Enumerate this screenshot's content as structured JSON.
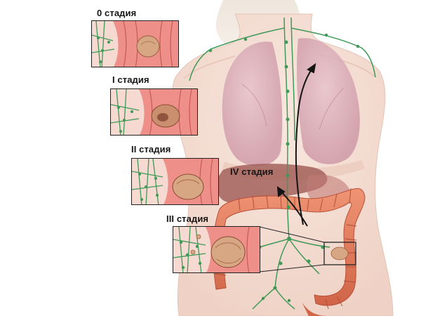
{
  "stages": [
    {
      "id": "stage-0",
      "label": "0 стадия"
    },
    {
      "id": "stage-1",
      "label": "I стадия"
    },
    {
      "id": "stage-2",
      "label": "II стадия"
    },
    {
      "id": "stage-3",
      "label": "III стадия"
    },
    {
      "id": "stage-4",
      "label": "IV стадия"
    }
  ],
  "colors": {
    "skin": "#f3ddd2",
    "lung": "#d9aab5",
    "liver": "#9a5a55",
    "colon": "#e07a5a",
    "tissue": "#ef8f8a",
    "tumor": "#d7a783",
    "lymph": "#3f9a57",
    "outline": "#222222"
  }
}
